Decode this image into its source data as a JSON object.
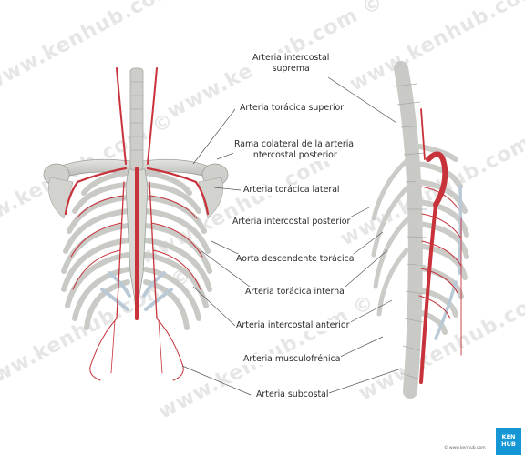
{
  "labels": [
    "Arteria intercostal suprema",
    "Arteria torácica superior",
    "Rama colateral de la arteria intercostal posterior",
    "Arteria torácica lateral",
    "Arteria intercostal posterior",
    "Aorta descendente torácica",
    "Arteria torácica interna",
    "Arteria intercostal anterior",
    "Arteria musculofrénica",
    "Arteria subcostal"
  ],
  "label_lines": {
    "suprema_1": "Arteria intercostal",
    "suprema_2": "suprema",
    "toracica_superior": "Arteria torácica superior",
    "rama_1": "Rama colateral de la arteria",
    "rama_2": "intercostal posterior",
    "toracica_lateral": "Arteria torácica lateral",
    "intercostal_posterior": "Arteria intercostal posterior",
    "aorta": "Aorta descendente torácica",
    "toracica_interna": "Arteria torácica interna",
    "intercostal_anterior": "Arteria intercostal anterior",
    "musculofrenica": "Arteria musculofrénica",
    "subcostal": "Arteria subcostal"
  },
  "watermark": "www.kenhub.com ©",
  "badge": {
    "line1": "KEN",
    "line2": "HUB"
  },
  "credit": "© www.kenhub.com",
  "colors": {
    "bone": "#d9d9d6",
    "bone_shadow": "#b8b8b4",
    "cartilage": "#b9c9d6",
    "artery": "#c8323a",
    "leader": "#555555",
    "badge": "#1597d5"
  }
}
